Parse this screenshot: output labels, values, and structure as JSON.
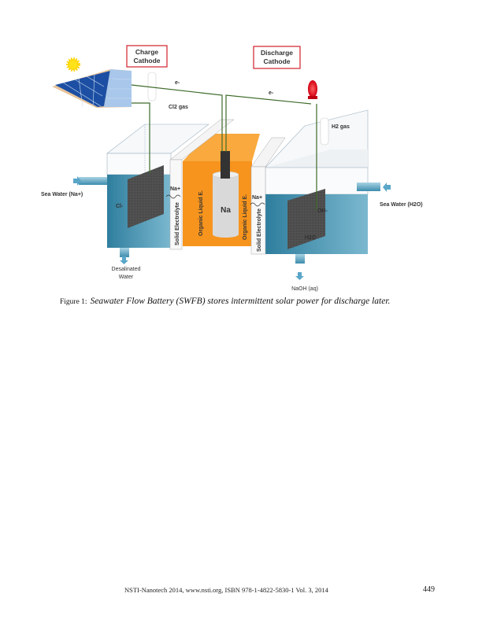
{
  "figure": {
    "labels": {
      "charge_cathode": [
        "Charge",
        "Cathode"
      ],
      "discharge_cathode": [
        "Discharge",
        "Cathode"
      ],
      "electron_1": "e-",
      "electron_2": "e-",
      "cl2_gas": "Cl2 gas",
      "h2_gas": "H2 gas",
      "sea_water_in_left": "Sea Water (Na+)",
      "sea_water_in_right": "Sea Water (H2O)",
      "chloride": "Cl-",
      "na_ion_left": "Na+",
      "na_ion_right": "Na+",
      "solid_electrolyte_left": "Solid Electrolyte",
      "solid_electrolyte_right": "Solid Electrolyte",
      "organic_liquid_left": "Organic Liquid E.",
      "organic_liquid_right": "Organic Liquid E.",
      "sodium": "Na",
      "hydroxide": "OH-",
      "water": "H2O",
      "desalinated_water": [
        "Desalinated",
        "Water"
      ],
      "naoh": "NaOH (aq)"
    },
    "colors": {
      "orange": "#f7941d",
      "water": "#3f8fae",
      "wire": "#3d6b2a",
      "led": "#e8141c",
      "box_border": "#d0202a"
    }
  },
  "caption": {
    "label": "Figure 1:",
    "text": "Seawater Flow Battery (SWFB) stores intermittent solar power for discharge later."
  },
  "footer": {
    "text": "NSTI-Nanotech 2014, www.nsti.org, ISBN 978-1-4822-5830-1 Vol. 3, 2014",
    "page_number": "449"
  }
}
